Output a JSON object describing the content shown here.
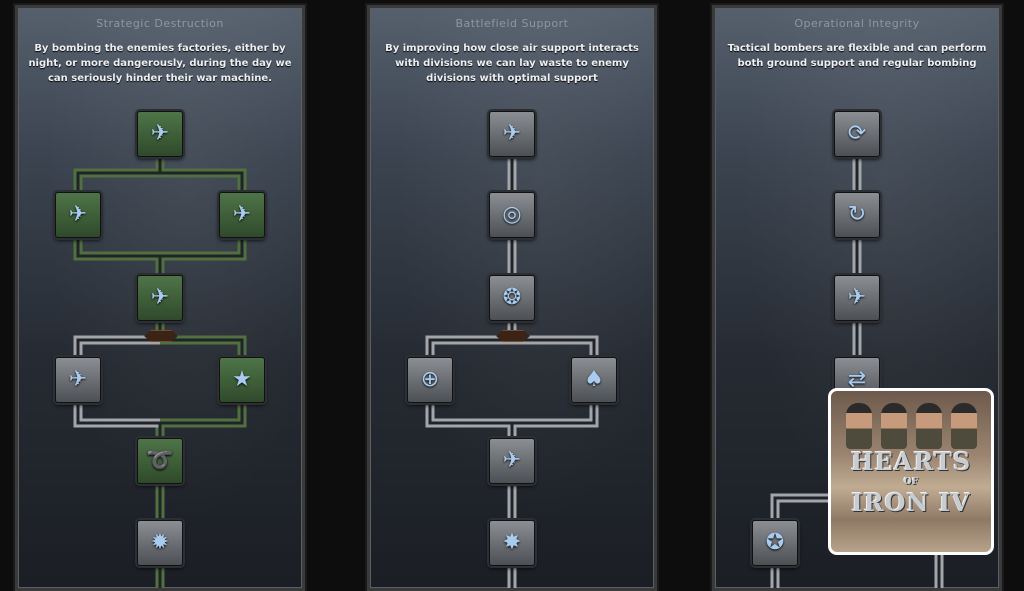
{
  "panels": [
    {
      "title": "Strategic Destruction",
      "description": "By bombing the enemies factories, either by night, or more dangerously, during the day we can seriously hinder their war machine.",
      "nodes": [
        {
          "icon": "plane-target-icon",
          "style": "green"
        },
        {
          "icon": "bomber-bridge-icon",
          "style": "green"
        },
        {
          "icon": "bomber-city-icon",
          "style": "green"
        },
        {
          "icon": "plane-bunker-icon",
          "style": "green"
        },
        {
          "icon": "bombers-runway-icon",
          "style": "grey"
        },
        {
          "icon": "star-plane-icon",
          "style": "green"
        },
        {
          "icon": "plane-arrows-icon",
          "style": "green"
        },
        {
          "icon": "plane-truck-explosion-icon",
          "style": "grey"
        }
      ]
    },
    {
      "title": "Battlefield Support",
      "description": "By improving how close air support interacts with divisions we can lay waste to enemy divisions with optimal support",
      "nodes": [
        {
          "icon": "plane-formation-icon",
          "style": "grey"
        },
        {
          "icon": "plane-target-ring-icon",
          "style": "grey"
        },
        {
          "icon": "soldier-ring-icon",
          "style": "grey"
        },
        {
          "icon": "radar-plane-icon",
          "style": "grey"
        },
        {
          "icon": "spade-icon",
          "style": "grey"
        },
        {
          "icon": "plane-paratrooper-icon",
          "style": "grey"
        },
        {
          "icon": "plane-explosion-icon",
          "style": "grey"
        }
      ]
    },
    {
      "title": "Operational Integrity",
      "description": "Tactical bombers are flexible and can perform both ground support and regular bombing",
      "nodes": [
        {
          "icon": "cycle-arrows-icon",
          "style": "grey"
        },
        {
          "icon": "plane-curve-arrow-icon",
          "style": "grey"
        },
        {
          "icon": "tank-plane-icon",
          "style": "grey"
        },
        {
          "icon": "plane-swap-icon",
          "style": "grey"
        },
        {
          "icon": "medal-star-icon",
          "style": "grey"
        }
      ]
    }
  ],
  "logo": {
    "line1": "HEARTS",
    "line2": "OF",
    "line3": "IRON IV"
  },
  "colors": {
    "green_line": "#51703f",
    "grey_line": "#a3a6a9",
    "accent_connector": "#7a4a2e"
  }
}
